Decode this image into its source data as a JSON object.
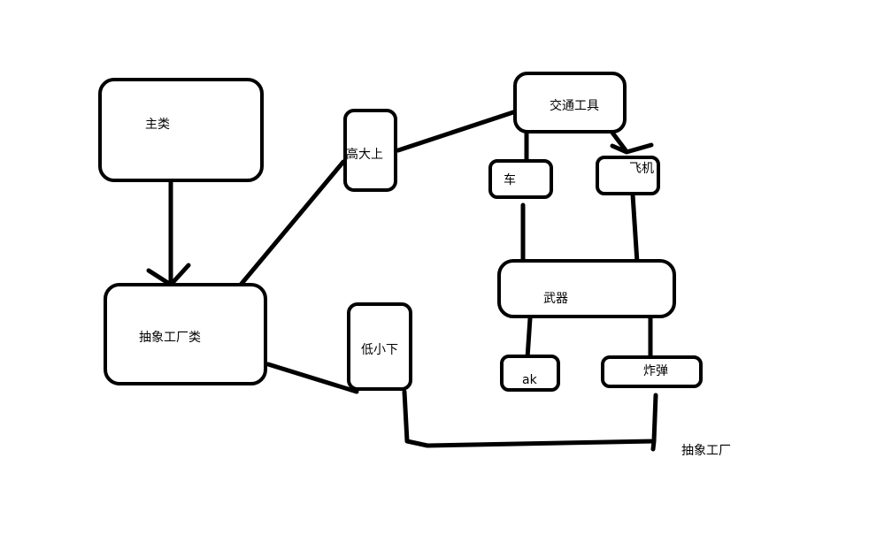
{
  "diagram": {
    "nodes": {
      "main_class": "主类",
      "abstract_factory_class": "抽象工厂类",
      "high_end": "高大上",
      "low_end": "低小下",
      "transport": "交通工具",
      "car": "车",
      "plane": "飞机",
      "weapon": "武器",
      "ak": "ak",
      "bomb": "炸弹"
    },
    "caption": "抽象工厂"
  }
}
